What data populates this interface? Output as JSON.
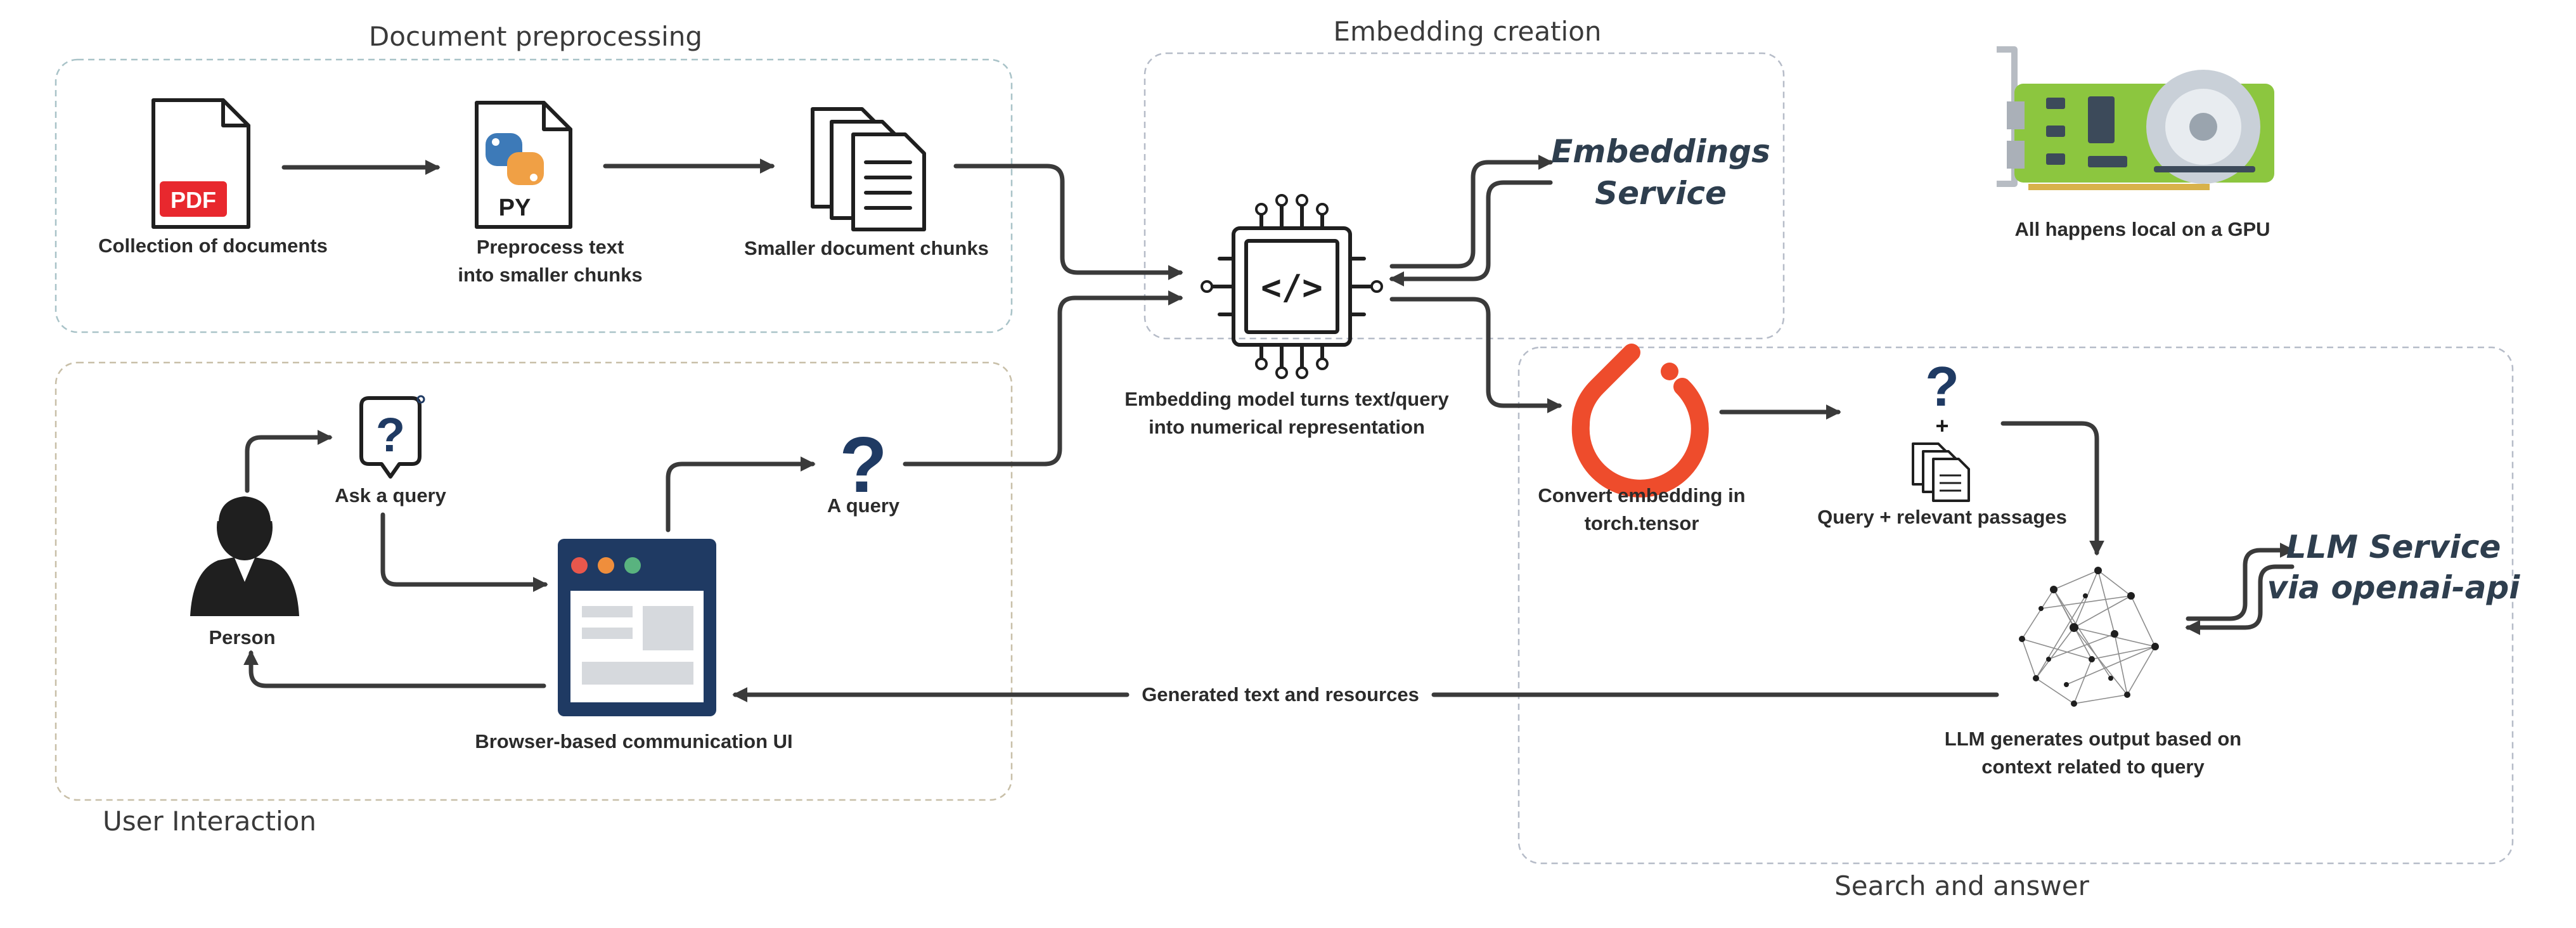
{
  "sections": {
    "document_preprocessing": "Document preprocessing",
    "embedding_creation": "Embedding creation",
    "user_interaction": "User Interaction",
    "search_and_answer": "Search and answer"
  },
  "nodes": {
    "collection_of_documents": "Collection of documents",
    "preprocess_line1": "Preprocess text",
    "preprocess_line2": "into smaller chunks",
    "smaller_chunks": "Smaller document chunks",
    "embedding_line1": "Embedding model turns text/query",
    "embedding_line2": "into numerical representation",
    "embeddings_service_line1": "Embeddings",
    "embeddings_service_line2": "Service",
    "gpu_note": "All happens local on a GPU",
    "ask_a_query": "Ask a query",
    "person": "Person",
    "a_query": "A query",
    "browser_ui": "Browser-based communication UI",
    "convert_line1": "Convert embedding in",
    "convert_line2": "torch.tensor",
    "query_passages": "Query + relevant passages",
    "llm_service_line1": "LLM Service",
    "llm_service_line2": "via openai-api",
    "llm_output_line1": "LLM generates output based on",
    "llm_output_line2": "context related to query",
    "generated_text": "Generated text and resources"
  },
  "icons": {
    "pdf_badge": "PDF",
    "python_badge": "PY",
    "chip_glyph": "</>",
    "plus_sign": "+",
    "question_mark": "?"
  },
  "colors": {
    "pdf_red": "#e8282e",
    "pytorch_orange": "#ee4c2c",
    "navy": "#1f3a63",
    "gpu_green": "#8cc63f",
    "arrow": "#3a3a3a",
    "box_teal": "#a9c3c8",
    "box_tan": "#c8bfa8",
    "box_gray": "#b6bcc8"
  }
}
